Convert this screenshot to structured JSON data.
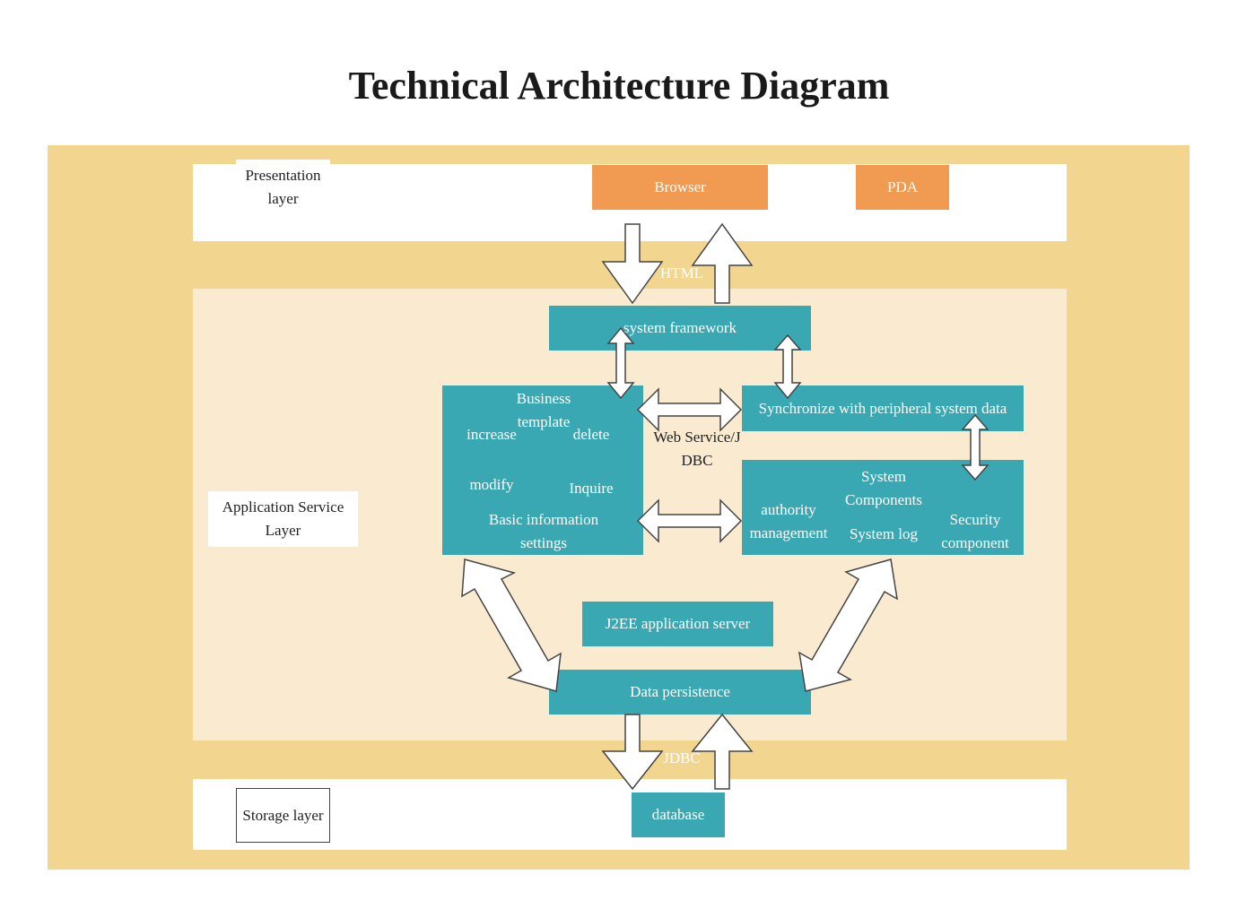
{
  "title": "Technical Architecture Diagram",
  "layers": {
    "presentation": "Presentation layer",
    "application": "Application Service Layer",
    "storage": "Storage layer"
  },
  "nodes": {
    "browser": "Browser",
    "pda": "PDA",
    "system_framework": "system framework",
    "business_template": "Business template",
    "increase": "increase",
    "delete": "delete",
    "modify": "modify",
    "inquire": "Inquire",
    "basic_info": "Basic information settings",
    "synchronize": "Synchronize with peripheral system data",
    "system_components": "System Components",
    "authority_management": "authority management",
    "system_log": "System log",
    "security_component": "Security component",
    "j2ee_server": "J2EE application server",
    "data_persistence": "Data persistence",
    "database": "database"
  },
  "connectors": {
    "html": "HTML",
    "web_service": "Web Service/JDBC",
    "jdbc": "JDBC"
  },
  "colors": {
    "outer": "#f2d58e",
    "app_band": "#faebd0",
    "teal": "#3aa8b3",
    "orange": "#f19a52"
  }
}
